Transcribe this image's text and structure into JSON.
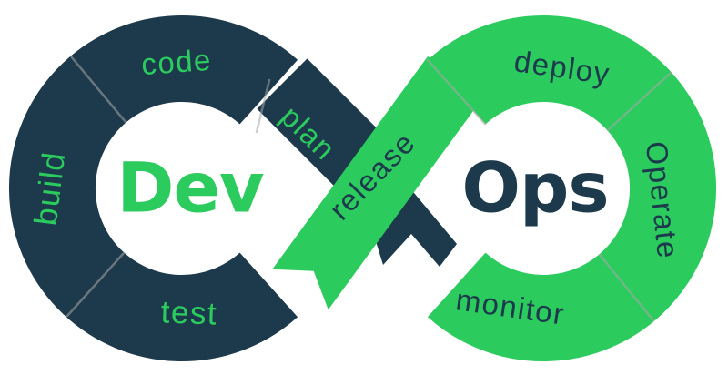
{
  "canvas": {
    "background": "#ffffff"
  },
  "diagram": {
    "type": "devops-infinity-loop",
    "colors": {
      "dev": "#1d3a4c",
      "ops": "#2bcb5e",
      "separator": "#a7a7a7"
    },
    "labels": {
      "dev": "Dev",
      "ops": "Ops",
      "code": "code",
      "build": "build",
      "test": "test",
      "plan": "plan",
      "release": "release",
      "deploy": "deploy",
      "operate": "Operate",
      "monitor": "monitor"
    }
  }
}
